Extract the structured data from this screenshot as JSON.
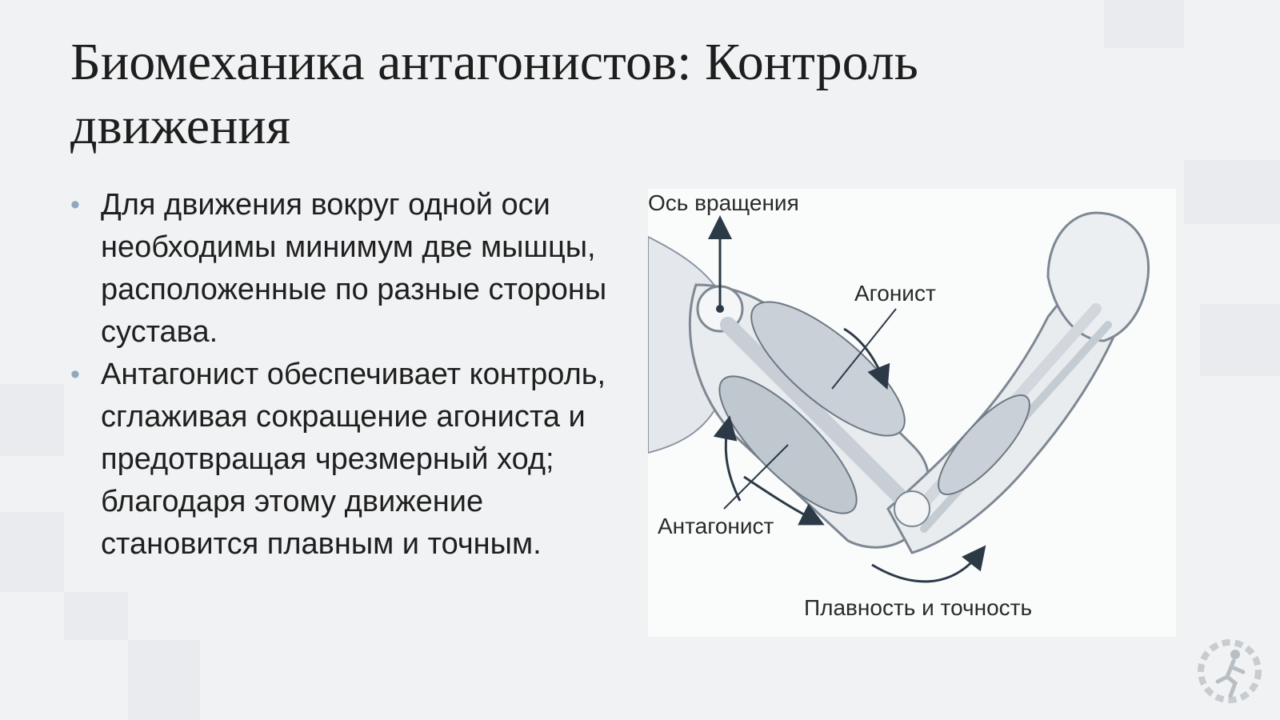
{
  "slide": {
    "title": "Биомеханика антагонистов: Контроль движения",
    "bullets": [
      "Для движения вокруг одной оси необходимы минимум две мышцы, расположенные по разные стороны сустава.",
      "Антагонист обеспечивает контроль, сглаживая сокращение агониста и предотвращая чрезмерный ход; благодаря этому движение становится плавным и точным."
    ]
  },
  "figure": {
    "labels": {
      "axis": "Ось вращения",
      "agonist": "Агонист",
      "antagonist": "Антагонист",
      "smoothness": "Плавность и точность"
    }
  },
  "logo": {
    "icon": "runner-gear-icon"
  },
  "colors": {
    "background": "#f1f2f3",
    "bullet": "#8fa8bd",
    "text": "#1f1f1f",
    "accent": "#5a6a78"
  }
}
